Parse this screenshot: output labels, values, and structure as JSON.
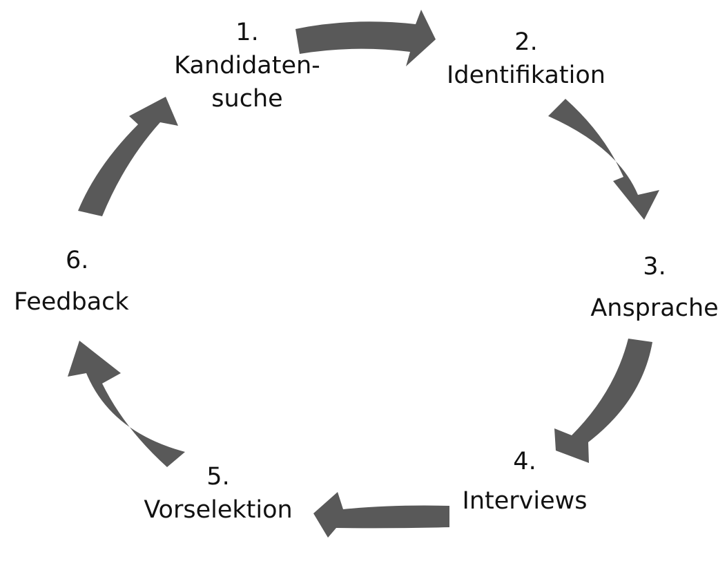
{
  "diagram": {
    "type": "cycle",
    "arrow_color": "#595959",
    "text_color": "#111111",
    "steps": [
      {
        "number": "1.",
        "lines": [
          "Kandidaten-",
          "suche"
        ]
      },
      {
        "number": "2.",
        "lines": [
          "Identifikation"
        ]
      },
      {
        "number": "3.",
        "lines": [
          "Ansprache"
        ]
      },
      {
        "number": "4.",
        "lines": [
          "Interviews"
        ]
      },
      {
        "number": "5.",
        "lines": [
          "Vorselektion"
        ]
      },
      {
        "number": "6.",
        "lines": [
          "Feedback"
        ]
      }
    ]
  }
}
